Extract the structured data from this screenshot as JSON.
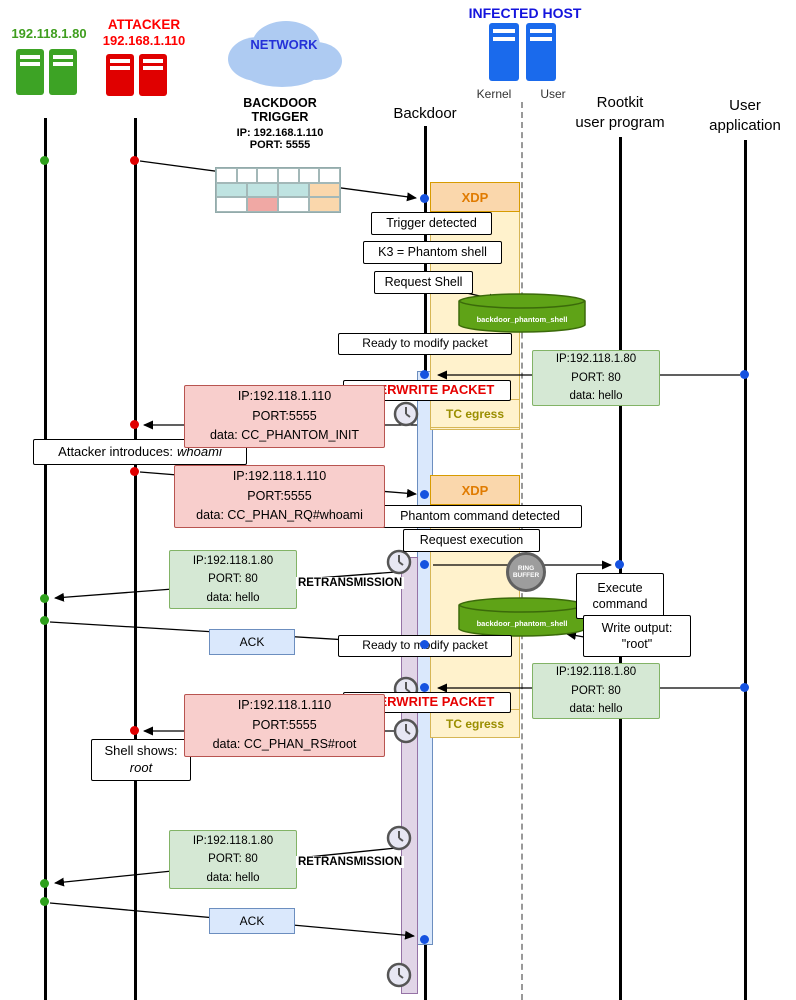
{
  "colors": {
    "green_host": "#3f9e1e",
    "attacker_red": "#ff0000",
    "network_blue": "#2431d8",
    "infected_blue": "#1414dd",
    "server_blue": "#1a6aec",
    "xdp_orange": "#e07b00",
    "tc_olive": "#9a8e00",
    "overwrite_red": "#e60000",
    "green_box_bg": "#d5e8d4",
    "pink_box_bg": "#f8cecc",
    "ack_box_bg": "#dae8fc",
    "cream_activation": "#fff2cc",
    "blue_activation": "#dae8fc",
    "purple_activation": "#e1d5e7",
    "cylinder_green": "#5fa317"
  },
  "actors": {
    "green_host": {
      "label": "192.118.1.80"
    },
    "attacker": {
      "line1": "ATTACKER",
      "line2": "192.168.1.110"
    },
    "network": {
      "label": "NETWORK"
    },
    "infected_host": {
      "title": "INFECTED HOST",
      "kernel_label": "Kernel",
      "user_label": "User"
    },
    "backdoor": {
      "label": "Backdoor"
    },
    "rootkit": {
      "line1": "Rootkit",
      "line2": "user program"
    },
    "user_app": {
      "line1": "User",
      "line2": "application"
    }
  },
  "trigger_block": {
    "line1": "BACKDOOR",
    "line2": "TRIGGER",
    "ip": "IP: 192.168.1.110",
    "port": "PORT: 5555"
  },
  "flow": {
    "xdp": "XDP",
    "tc_egress": "TC egress",
    "trigger_detected": "Trigger detected",
    "k3_phantom_shell": "K3 = Phantom shell",
    "request_shell": "Request Shell",
    "phantom_shell_db": "backdoor_phantom_shell",
    "ready_to_modify_packet": "Ready to modify packet",
    "overwrite_packet": "OVERWRITE PACKET",
    "phantom_command_detected": "Phantom command detected",
    "request_execution": "Request execution",
    "ring_line1": "RING",
    "ring_line2": "BUFFER",
    "retransmission": "RETRANSMISSION",
    "execute_line1": "Execute",
    "execute_line2": "command",
    "write_output_line1": "Write output:",
    "write_output_line2": "\"root\"",
    "ack": "ACK",
    "attacker_introduces": "Attacker introduces:",
    "attacker_introduces_word": "whoami",
    "shell_shows_line1": "Shell shows:",
    "shell_shows_word": "root"
  },
  "packets": {
    "hello": {
      "ip": "IP:192.118.1.80",
      "port": "PORT: 80",
      "data": "data: hello"
    },
    "phantom_init": {
      "ip": "IP:192.118.1.110",
      "port": "PORT:5555",
      "data": "data: CC_PHANTOM_INIT"
    },
    "phan_rq": {
      "ip": "IP:192.118.1.110",
      "port": "PORT:5555",
      "data": "data: CC_PHAN_RQ#whoami"
    },
    "phan_rs": {
      "ip": "IP:192.118.1.110",
      "port": "PORT:5555",
      "data": "data: CC_PHAN_RS#root"
    }
  }
}
